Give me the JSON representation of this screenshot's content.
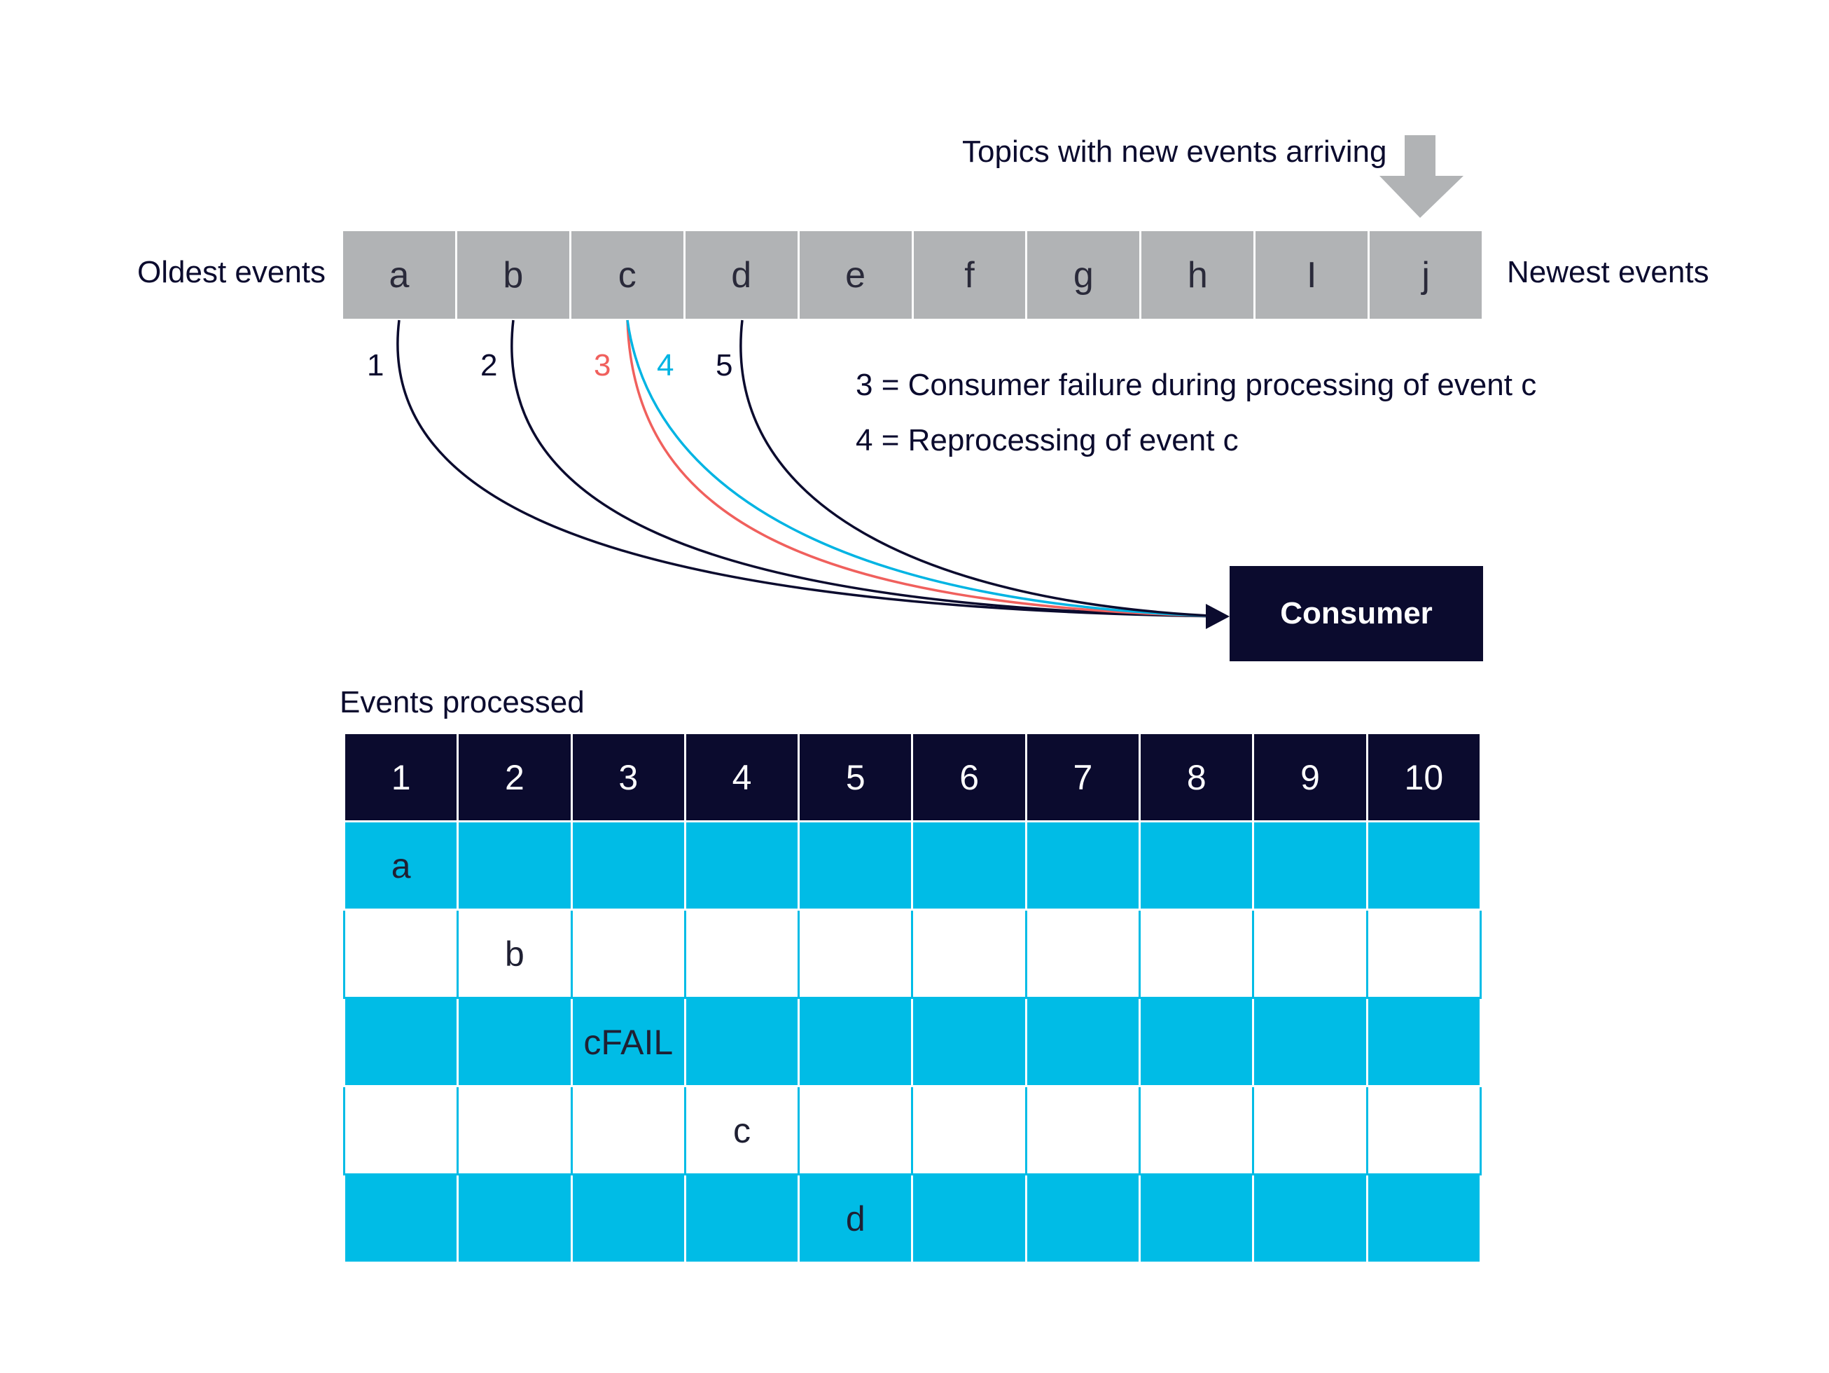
{
  "header": {
    "arrival_label": "Topics with new events arriving"
  },
  "strip": {
    "oldest_label": "Oldest events",
    "newest_label": "Newest events",
    "events": [
      "a",
      "b",
      "c",
      "d",
      "e",
      "f",
      "g",
      "h",
      "I",
      "j"
    ]
  },
  "curves": {
    "labels": [
      "1",
      "2",
      "3",
      "4",
      "5"
    ],
    "colors": {
      "default": "#0b0b2e",
      "failure": "#f0605d",
      "reprocess": "#00b4e3"
    }
  },
  "notes": {
    "note_3": "3 = Consumer failure during processing of event c",
    "note_4": "4 = Reprocessing of event c"
  },
  "consumer": {
    "label": "Consumer"
  },
  "processed": {
    "title": "Events processed",
    "columns": [
      "1",
      "2",
      "3",
      "4",
      "5",
      "6",
      "7",
      "8",
      "9",
      "10"
    ],
    "rows": [
      [
        "a",
        "",
        "",
        "",
        "",
        "",
        "",
        "",
        "",
        ""
      ],
      [
        "",
        "b",
        "",
        "",
        "",
        "",
        "",
        "",
        "",
        ""
      ],
      [
        "",
        "",
        "cFAIL",
        "",
        "",
        "",
        "",
        "",
        "",
        ""
      ],
      [
        "",
        "",
        "",
        "c",
        "",
        "",
        "",
        "",
        "",
        ""
      ],
      [
        "",
        "",
        "",
        "",
        "d",
        "",
        "",
        "",
        "",
        ""
      ]
    ]
  },
  "colors": {
    "navy": "#0b0b2e",
    "strip_gray": "#b1b3b5",
    "row_blue": "#00bce6",
    "arrow_gray": "#b1b3b5"
  }
}
